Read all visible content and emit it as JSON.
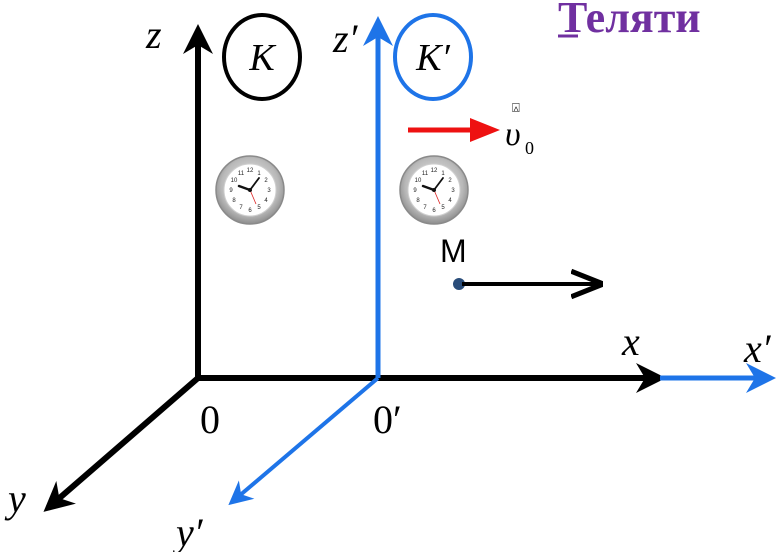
{
  "title": {
    "text": "Теляти",
    "color": "#7030a0"
  },
  "colors": {
    "frame_k": "#000000",
    "frame_k_prime": "#1e74e8",
    "velocity_arrow": "#ee1111",
    "point": "#2a4d7a"
  },
  "frame_k": {
    "label": "K",
    "axis_x": "x",
    "axis_y": "y",
    "axis_z": "z",
    "origin": "0",
    "clock_icon": "wall-clock-icon"
  },
  "frame_k_prime": {
    "label": "K′",
    "axis_x": "x′",
    "axis_y": "y′",
    "axis_z": "z′",
    "origin": "0′",
    "clock_icon": "wall-clock-icon"
  },
  "velocity": {
    "symbol": "υ",
    "subscript": "0",
    "vector_mark": "⍓"
  },
  "point": {
    "label": "M"
  }
}
